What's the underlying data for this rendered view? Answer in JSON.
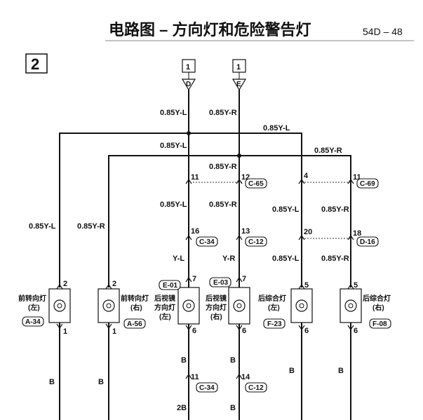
{
  "header": {
    "title": "电路图 – 方向灯和危险警告灯",
    "page_number": "54D – 48"
  },
  "diagram_number": "2",
  "sources": [
    {
      "page": "1",
      "letter": "D"
    },
    {
      "page": "1",
      "letter": "E"
    }
  ],
  "wire_labels": {
    "bus_left": "0.85Y-L",
    "bus_right": "0.85Y-R",
    "top_left_run": "0.85Y-L",
    "second_run": "0.85Y-L",
    "far_right_run": "0.85Y-R",
    "mid_right_upper": "0.85Y-R",
    "mid_left_lower": "0.85Y-L",
    "mid_right_lower": "0.85Y-R",
    "left_front": "0.85Y-L",
    "right_front": "0.85Y-R",
    "rear_left_upper": "0.85Y-L",
    "rear_right_upper": "0.85Y-R",
    "mirror_left": "Y-L",
    "mirror_right": "Y-R",
    "rear_left_lower": "0.85Y-L",
    "rear_right_lower": "0.85Y-R",
    "ground_b": "B",
    "ground_2b": "2B"
  },
  "pins": {
    "p11a": "11",
    "p12": "12",
    "p4": "4",
    "p11b": "11",
    "p16": "16",
    "p13": "13",
    "p20": "20",
    "p18": "18",
    "p2a": "2",
    "p2b": "2",
    "p7a": "7",
    "p7b": "7",
    "p5a": "5",
    "p5b": "5",
    "p1a": "1",
    "p1b": "1",
    "p6a": "6",
    "p6b": "6",
    "p6c": "6",
    "p6d": "6",
    "p11c": "11",
    "p14": "14"
  },
  "connectors": {
    "c65": "C-65",
    "c69": "C-69",
    "c34a": "C-34",
    "c12a": "C-12",
    "d16": "D-16",
    "e01": "E-01",
    "e03": "E-03",
    "a34": "A-34",
    "a56": "A-56",
    "f23": "F-23",
    "f08": "F-08",
    "c34b": "C-34",
    "c12b": "C-12"
  },
  "components": {
    "front_left": [
      "前转向灯",
      "(左)"
    ],
    "front_right": [
      "前转向灯",
      "(右)"
    ],
    "mirror_left": [
      "后视镜",
      "方向灯",
      "(左)"
    ],
    "mirror_right": [
      "后视镜",
      "方向灯",
      "(右)"
    ],
    "rear_left": [
      "后综合灯",
      "(左)"
    ],
    "rear_right": [
      "后综合灯",
      "(右)"
    ]
  }
}
